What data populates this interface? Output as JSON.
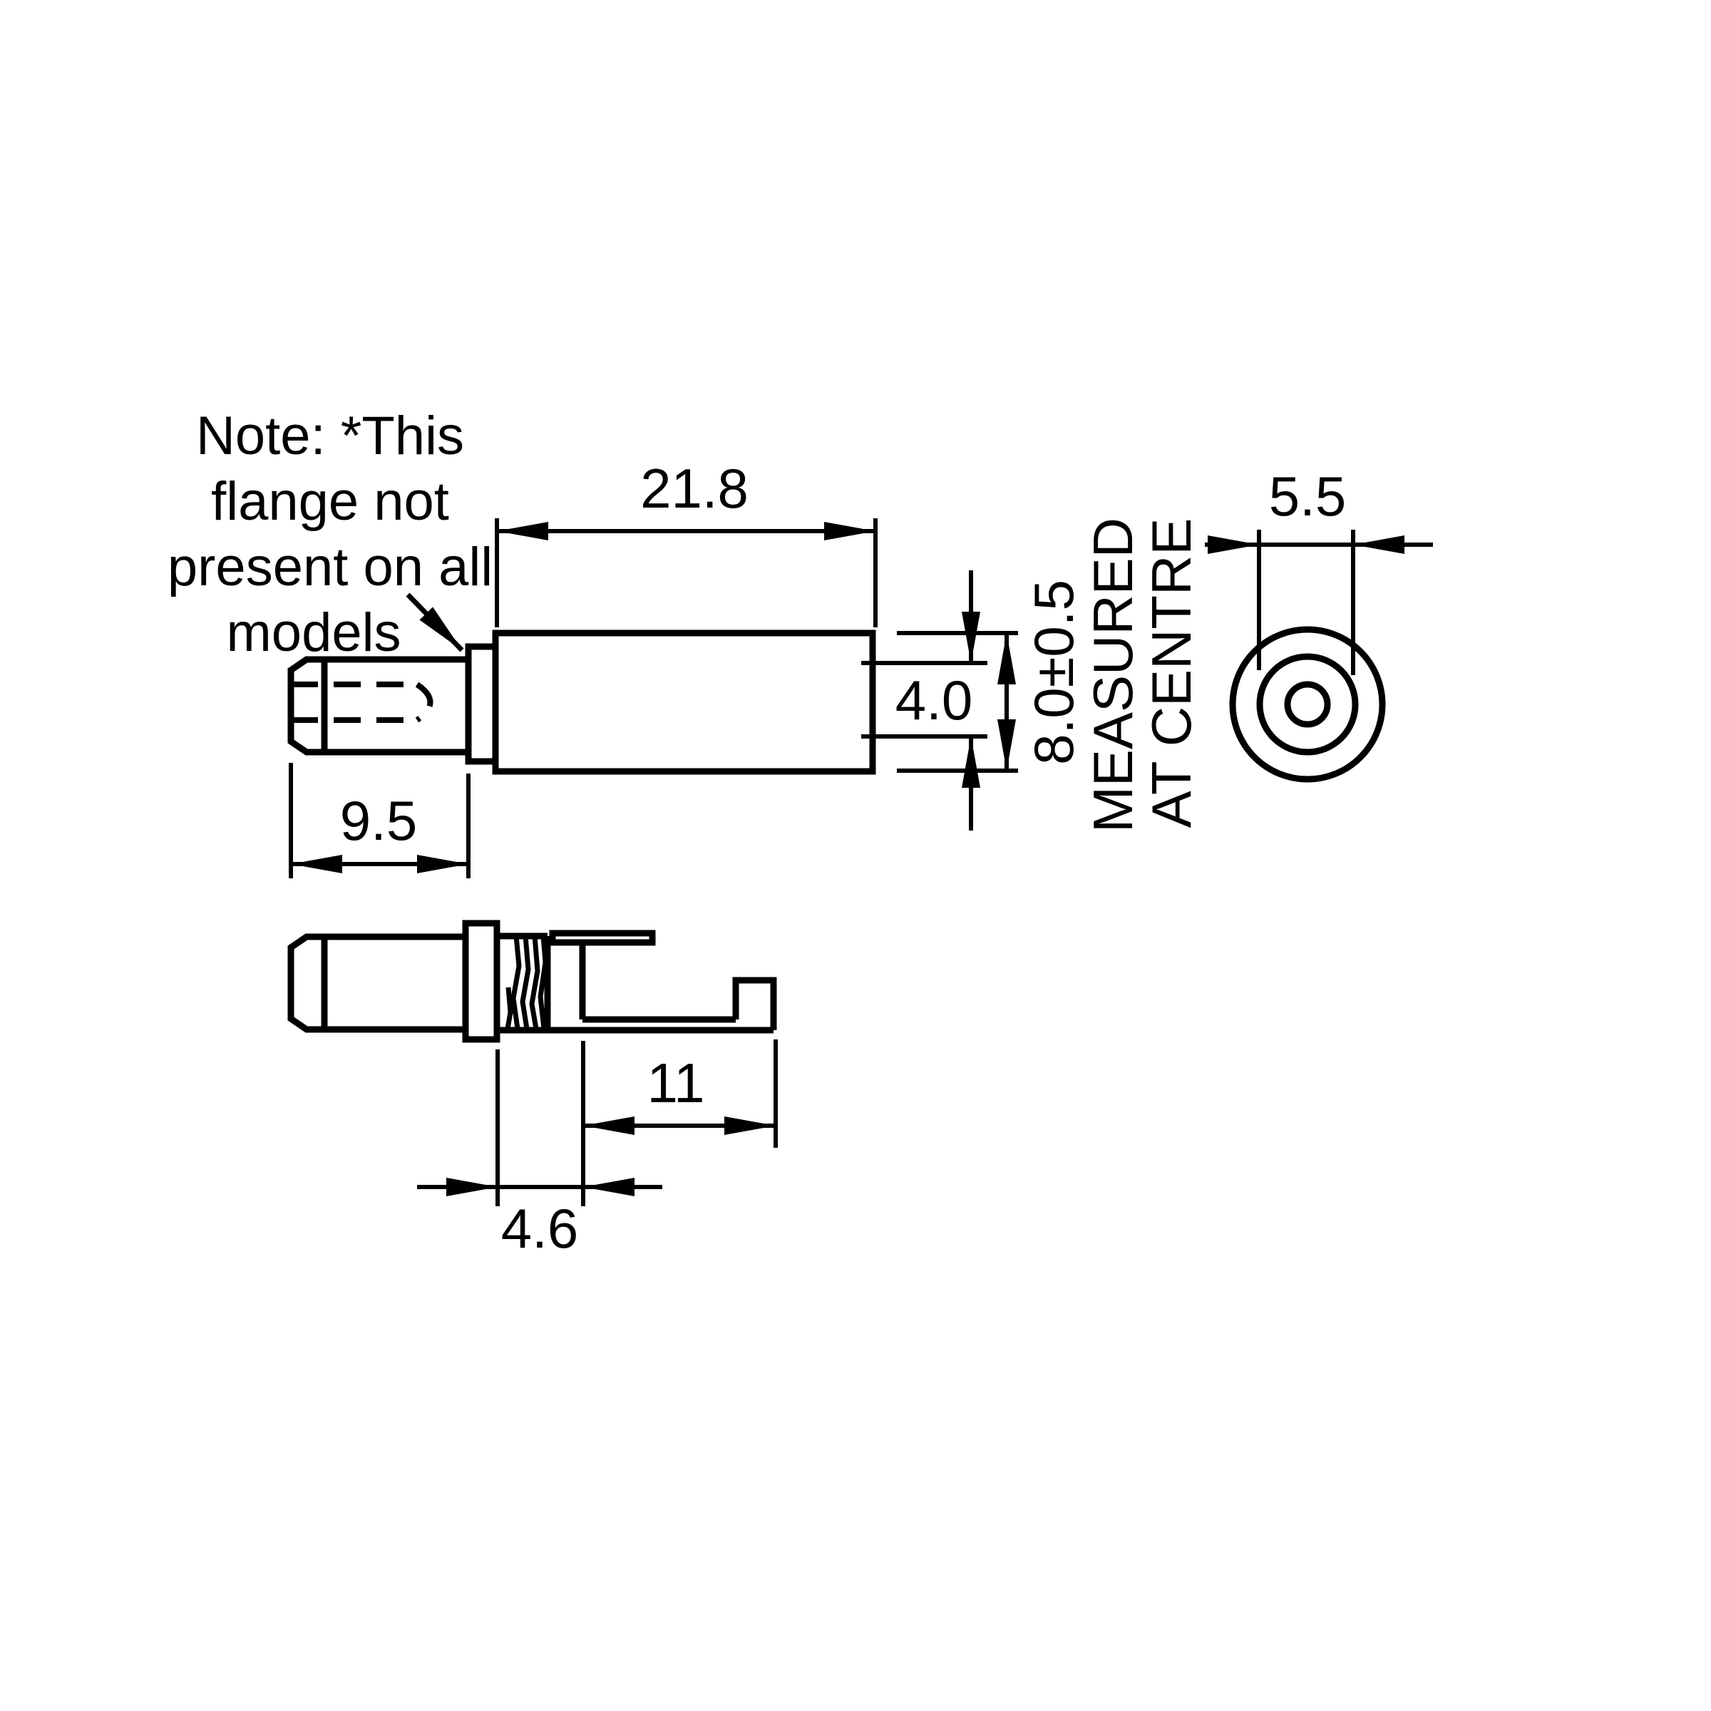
{
  "note": {
    "lines": [
      "Note: *This",
      "flange not",
      "present on all",
      "models"
    ]
  },
  "dimensions": {
    "body_length": "21.8",
    "tip_length": "9.5",
    "tip_diameter": "4.0",
    "body_diameter": "8.0±0.5",
    "body_diameter_note_line1": "MEASURED",
    "body_diameter_note_line2": "AT CENTRE",
    "sleeve_diameter": "5.5",
    "lug_length": "11",
    "knurl_length": "4.6"
  },
  "colors": {
    "ink": "#000000",
    "background": "#ffffff"
  }
}
